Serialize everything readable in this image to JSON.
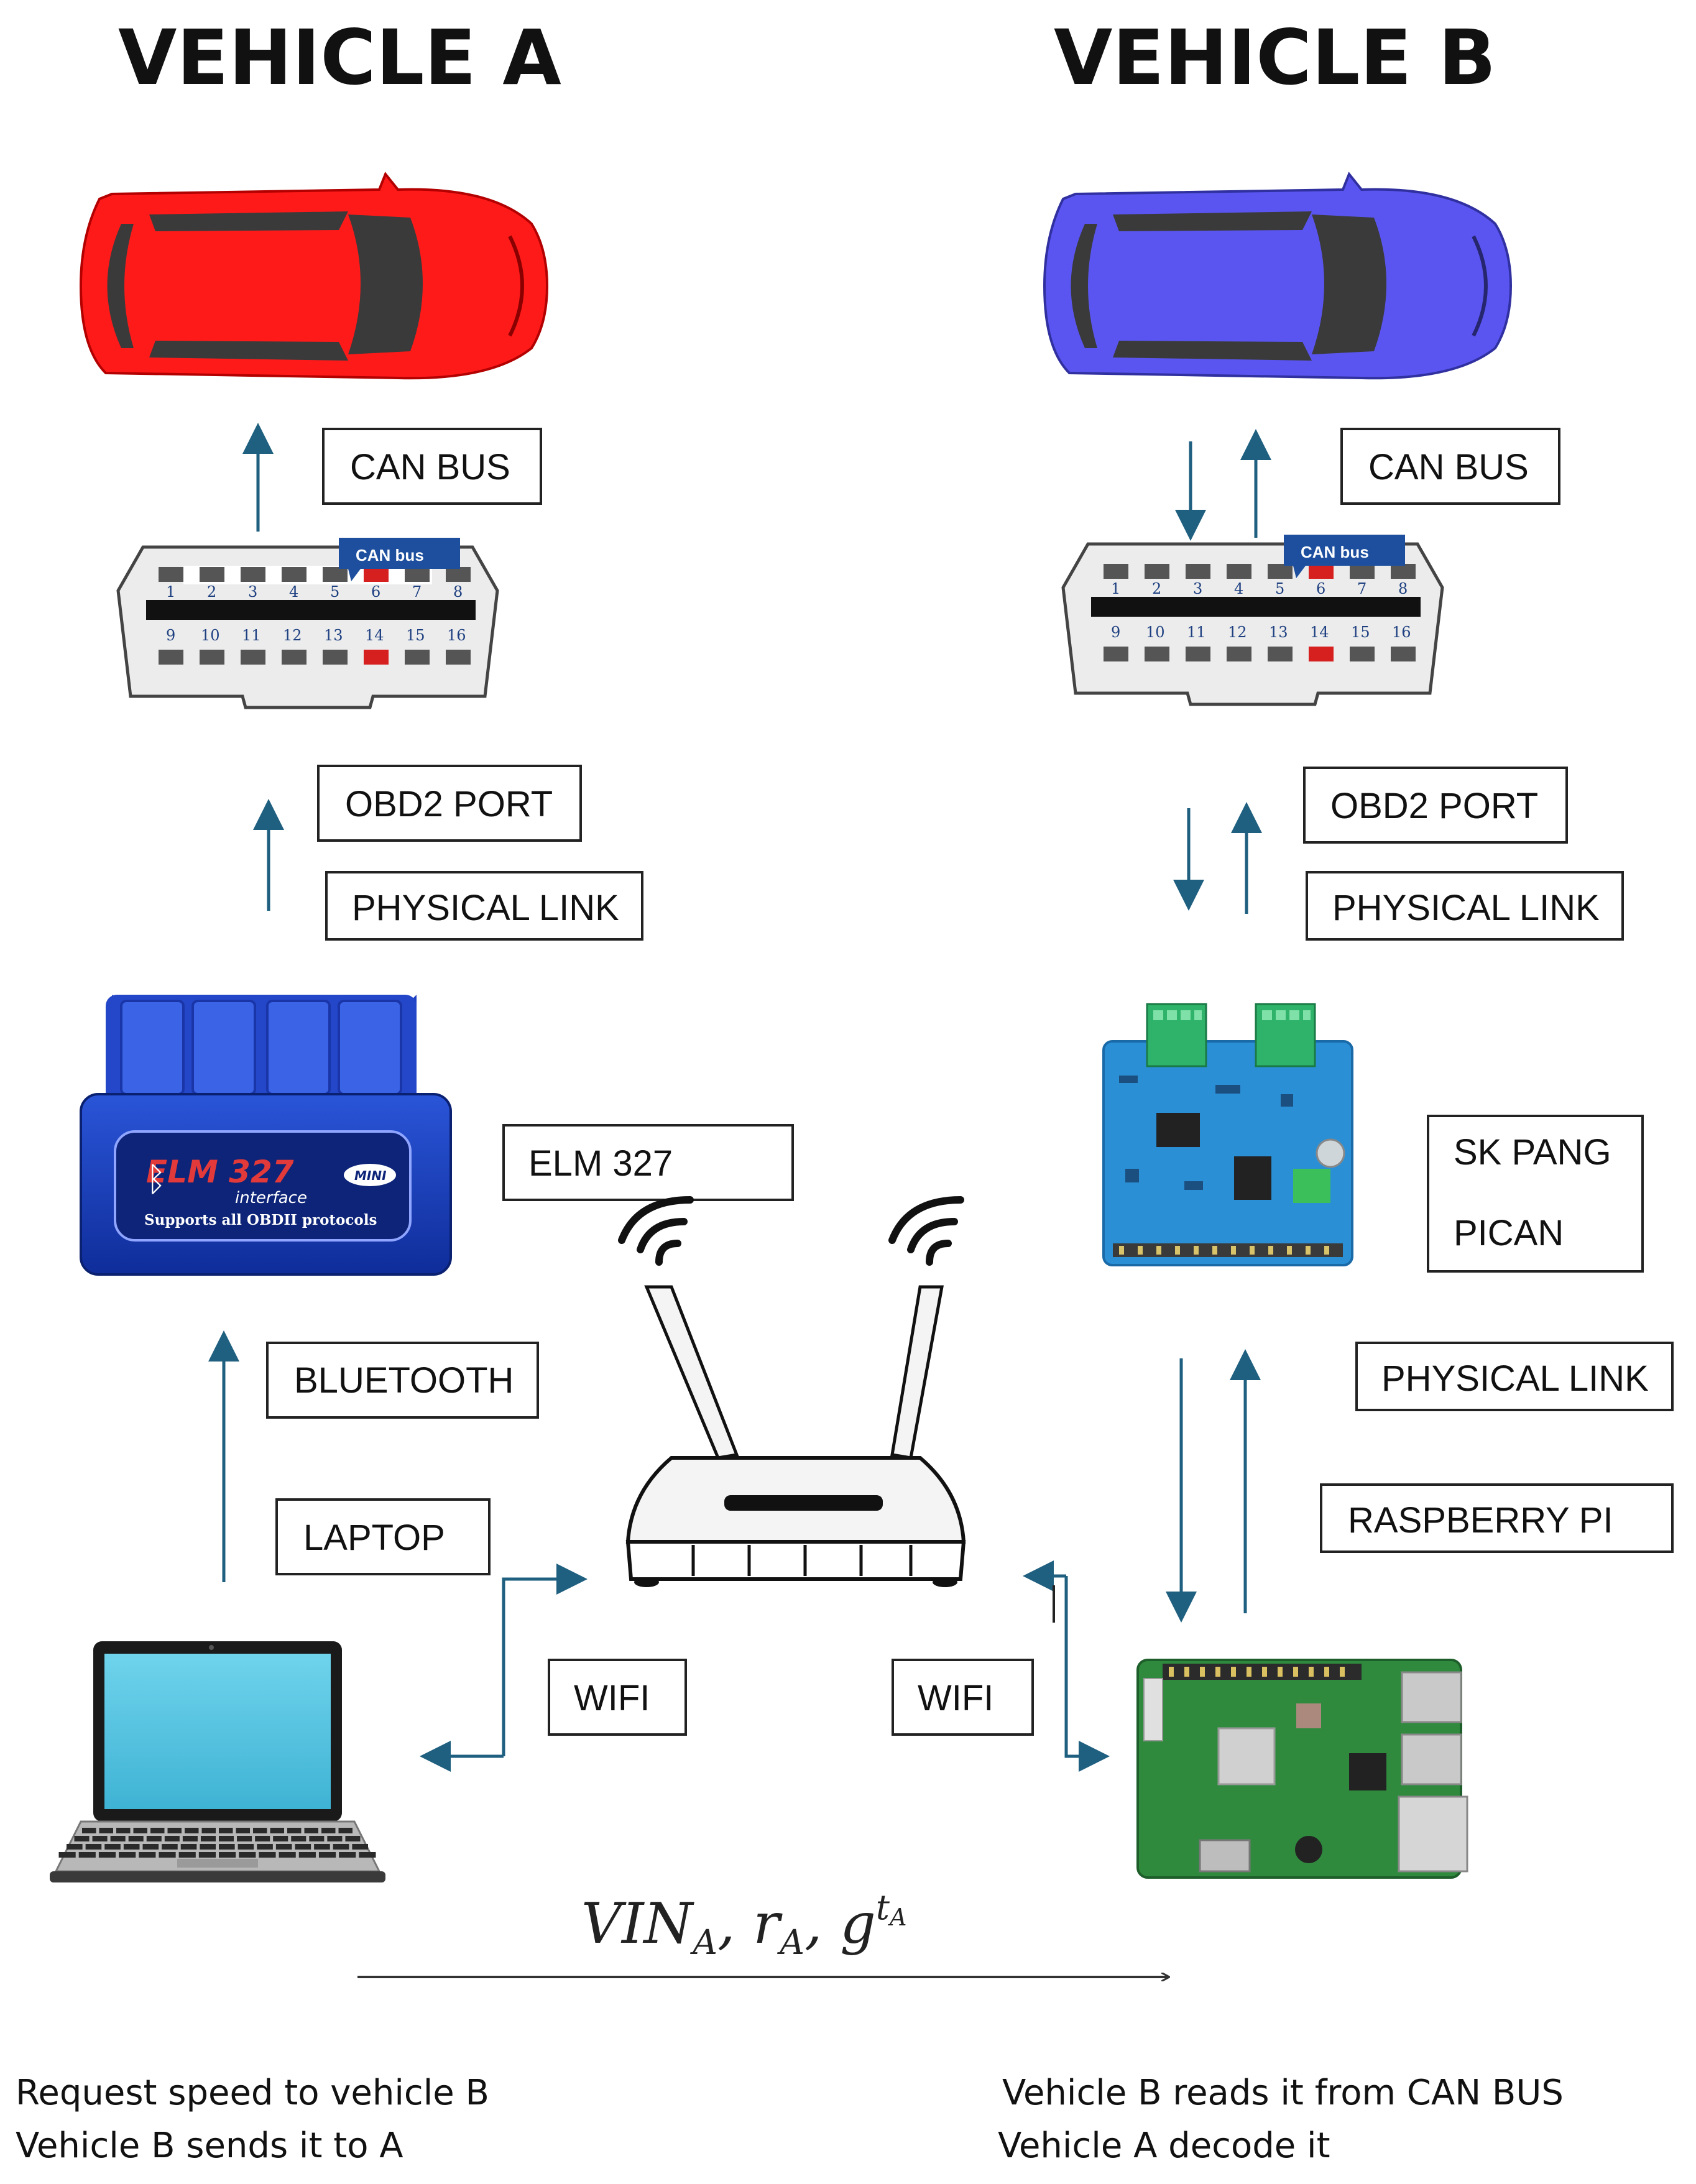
{
  "titles": {
    "vehicle_a": "VEHICLE A",
    "vehicle_b": "VEHICLE B"
  },
  "colors": {
    "car_a": "#ff1a1a",
    "car_b": "#5a55f0",
    "arrow": "#1f5f7f",
    "pin_highlight": "#d62020"
  },
  "labels": {
    "can_bus_a": "CAN BUS",
    "can_bus_b": "CAN BUS",
    "obd2_port_a": "OBD2 PORT",
    "obd2_port_b": "OBD2 PORT",
    "physical_link_a": "PHYSICAL LINK",
    "physical_link_b1": "PHYSICAL LINK",
    "physical_link_b2": "PHYSICAL LINK",
    "elm327": "ELM 327",
    "sk_pang": "SK PANG",
    "pican": "PICAN",
    "bluetooth": "BLUETOOTH",
    "laptop": "LAPTOP",
    "raspberry_pi": "RASPBERRY PI",
    "wifi_left": "WIFI",
    "wifi_right": "WIFI"
  },
  "obd_connector": {
    "tag": "CAN bus",
    "top_pins": [
      "1",
      "2",
      "3",
      "4",
      "5",
      "6",
      "7",
      "8"
    ],
    "bottom_pins": [
      "9",
      "10",
      "11",
      "12",
      "13",
      "14",
      "15",
      "16"
    ]
  },
  "elm_device": {
    "brand": "ELM 327",
    "badge": "MINI",
    "sub": "interface",
    "tagline": "Supports all OBDII protocols"
  },
  "message": {
    "vin": "VIN",
    "sub": "A",
    "r": "r",
    "g": "g",
    "t": "t"
  },
  "notes": {
    "left_line1": "Request speed to vehicle B",
    "left_line2": "Vehicle B sends it to A",
    "right_line1": "Vehicle B reads it from CAN BUS",
    "right_line2": "Vehicle A decode it"
  }
}
